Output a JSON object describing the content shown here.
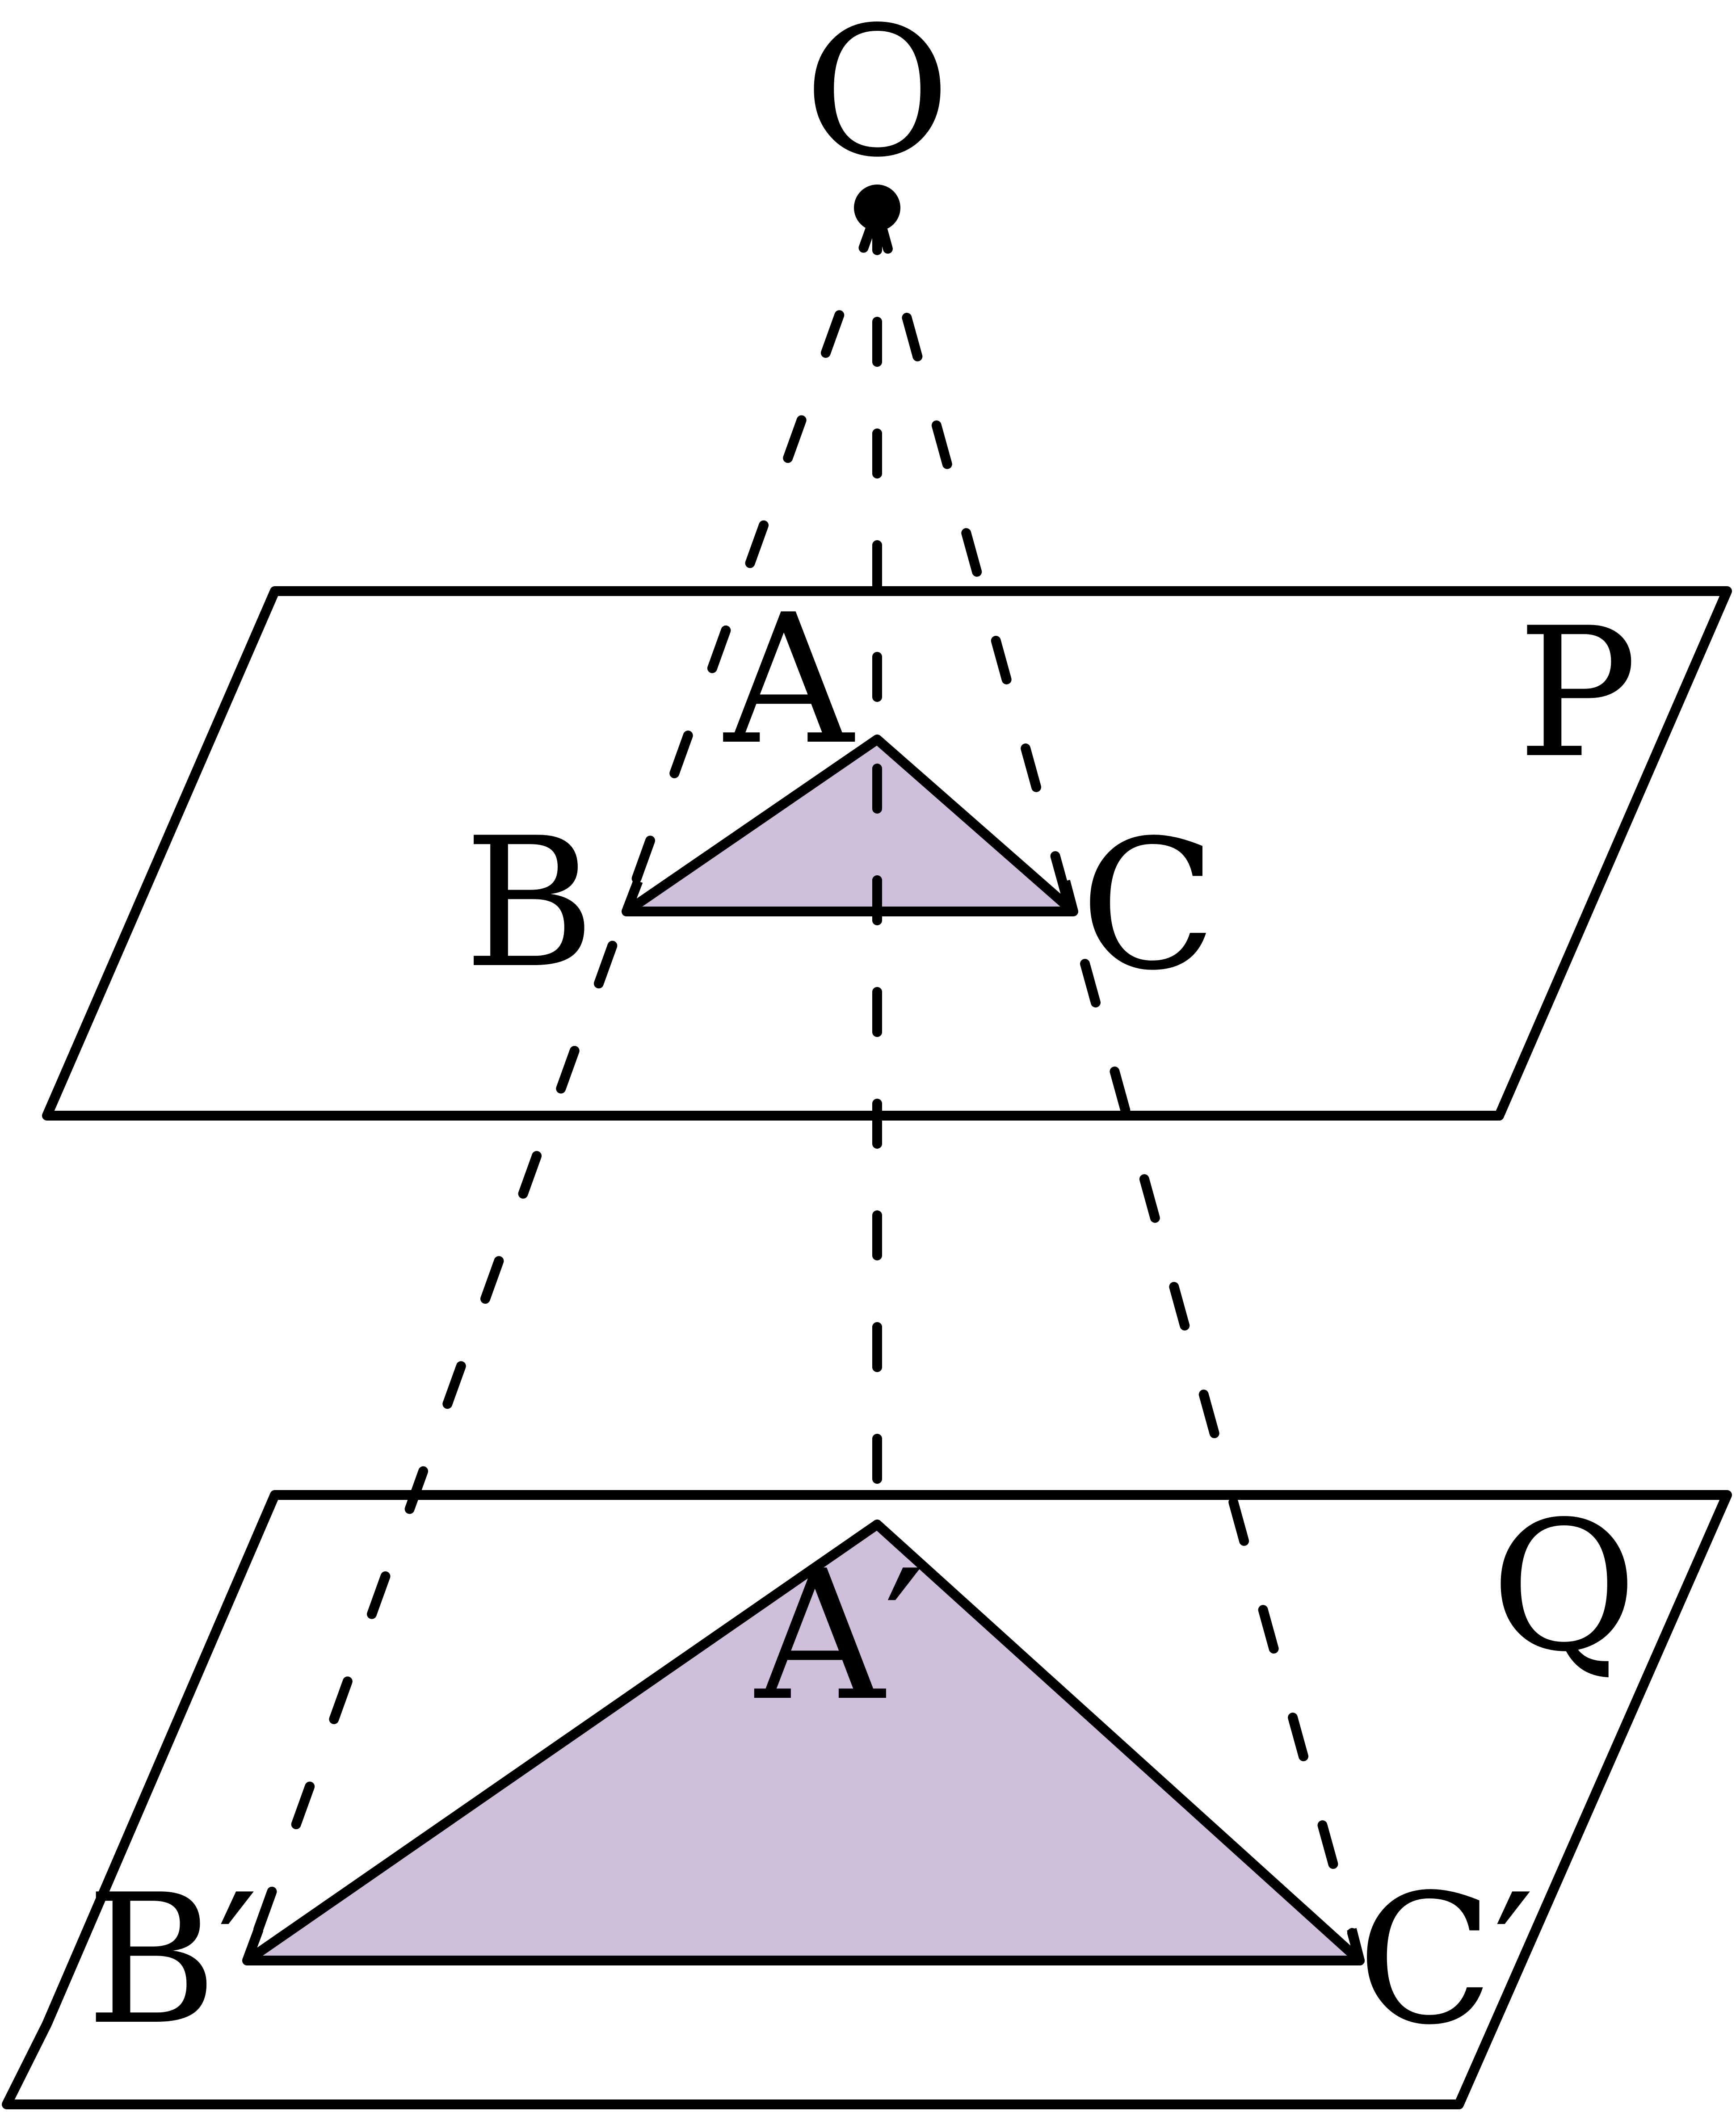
{
  "labels": {
    "O": "O",
    "A": "A",
    "B": "B",
    "C": "C",
    "P": "P",
    "Q": "Q",
    "A_prime": "A′",
    "B_prime": "B′",
    "C_prime": "C′"
  },
  "colors": {
    "triangle_fill": "#cfbfdb",
    "stroke": "#000000",
    "background": "#ffffff"
  }
}
